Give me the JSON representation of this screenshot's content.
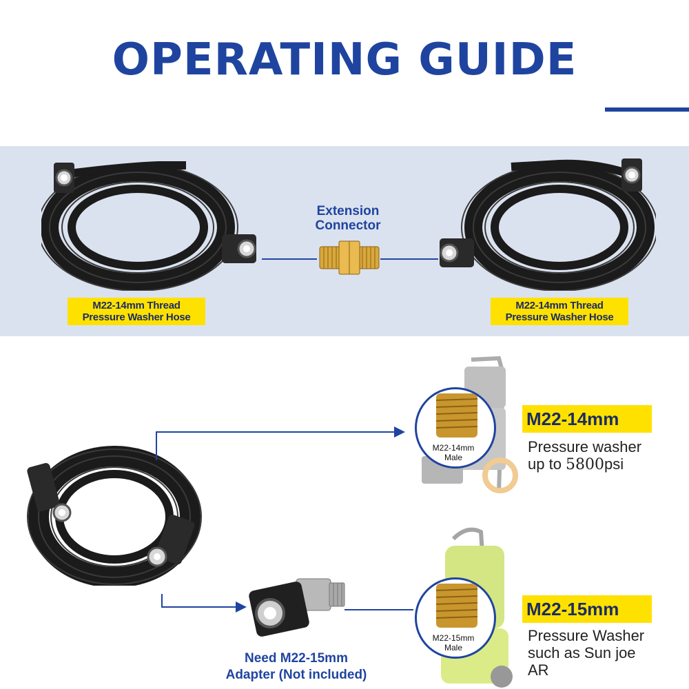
{
  "header": {
    "title": "OPERATING GUIDE"
  },
  "top_panel": {
    "connector_title": "Extension\nConnector",
    "left_hose_label": "M22-14mm Thread\nPressure Washer Hose",
    "right_hose_label": "M22-14mm Thread\nPressure Washer Hose"
  },
  "spec_14": {
    "tag": "M22-14mm",
    "desc_line1": "Pressure washer",
    "desc_line2_prefix": "up to ",
    "desc_line2_psi": "5800",
    "desc_line2_suffix": "psi",
    "circle_label_1": "M22-14mm",
    "circle_label_2": "Male"
  },
  "spec_15": {
    "tag": "M22-15mm",
    "desc_line1": "Pressure Washer",
    "desc_line2": "such as Sun joe",
    "desc_line3": "AR",
    "circle_label_1": "M22-15mm",
    "circle_label_2": "Male"
  },
  "adapter_note": {
    "line1": "Need M22-15mm",
    "line2": "Adapter (Not included)"
  },
  "colors": {
    "brand_blue": "#1f44a0",
    "label_yellow": "#ffe100",
    "panel_bg": "#dbe2ef",
    "brass": "#c9962e"
  }
}
